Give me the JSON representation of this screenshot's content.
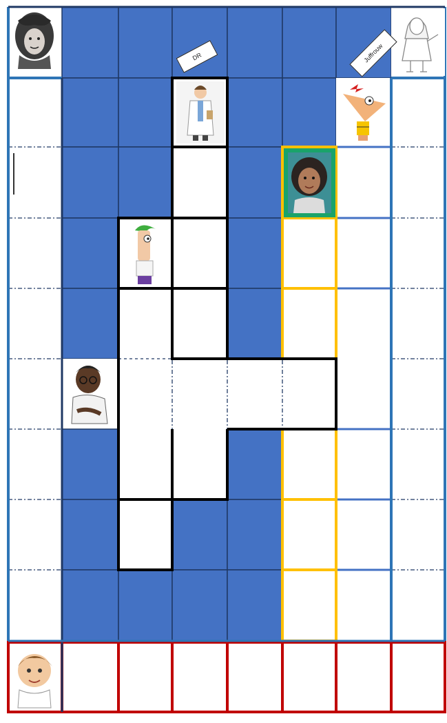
{
  "board": {
    "rows": 10,
    "cols": 8,
    "colors": {
      "blue_cell": "#4472c4",
      "white_cell": "#ffffff",
      "path_border": "#000000",
      "yellow_border": "#ffc000",
      "red_border": "#c00000",
      "frame": "#2e75b6",
      "dash": "#1f3864",
      "green_frame": "#1aa36a"
    },
    "blue_cells": [
      [
        0,
        1
      ],
      [
        0,
        2
      ],
      [
        0,
        3
      ],
      [
        0,
        4
      ],
      [
        0,
        5
      ],
      [
        0,
        6
      ],
      [
        1,
        1
      ],
      [
        1,
        2
      ],
      [
        1,
        4
      ],
      [
        1,
        5
      ],
      [
        2,
        1
      ],
      [
        2,
        2
      ],
      [
        2,
        4
      ],
      [
        3,
        1
      ],
      [
        3,
        4
      ],
      [
        4,
        1
      ],
      [
        4,
        4
      ],
      [
        6,
        1
      ],
      [
        6,
        4
      ],
      [
        7,
        1
      ],
      [
        7,
        3
      ],
      [
        7,
        4
      ],
      [
        8,
        1
      ],
      [
        8,
        2
      ],
      [
        8,
        3
      ],
      [
        8,
        4
      ]
    ]
  },
  "characters": [
    {
      "name": "girl-curly-hair",
      "row": 0,
      "col": 0
    },
    {
      "name": "woman-teacher",
      "row": 0,
      "col": 7
    },
    {
      "name": "doctor",
      "row": 1,
      "col": 3
    },
    {
      "name": "phineas",
      "row": 1,
      "col": 6
    },
    {
      "name": "girl-green-frame",
      "row": 2,
      "col": 5
    },
    {
      "name": "ferb",
      "row": 3,
      "col": 2
    },
    {
      "name": "boy-glasses",
      "row": 5,
      "col": 1
    },
    {
      "name": "boy-bottom",
      "row": 9,
      "col": 0
    }
  ],
  "labels": {
    "dr_tag": "DR",
    "juf_tag": "Juffrouw"
  }
}
